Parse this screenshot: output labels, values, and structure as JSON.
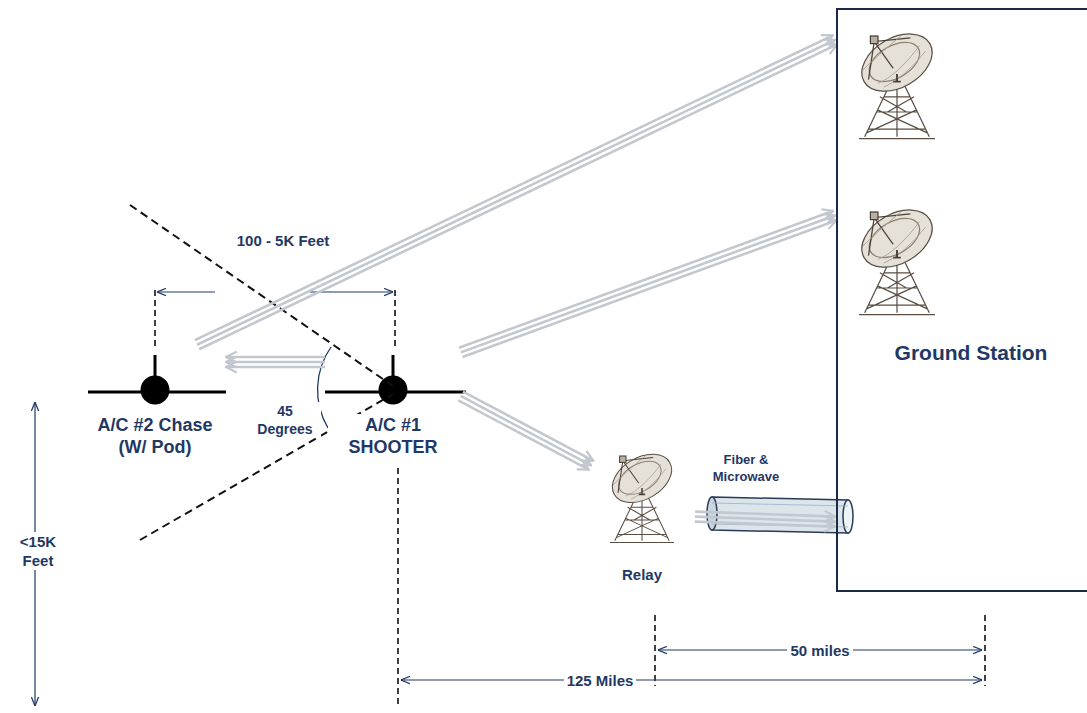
{
  "diagram": {
    "nodes": [
      {
        "text": [
          "A/C #2 Chase (W/ Pod)"
        ]
      },
      {
        "text": [
          "A/C #1 SHOOTER"
        ]
      },
      {
        "text": [
          "Relay"
        ]
      },
      {
        "text": [
          "Ground Station"
        ]
      }
    ],
    "edges": [
      {
        "from": 1,
        "to": 0,
        "arrow": "to"
      },
      {
        "from": 0,
        "to": 3,
        "arrow": "to"
      },
      {
        "from": 1,
        "to": 3,
        "arrow": "to"
      },
      {
        "from": 1,
        "to": 2,
        "arrow": "to"
      },
      {
        "from": 2,
        "to": 3,
        "label": "Fiber & Microwave",
        "arrow": "to"
      }
    ],
    "labels": [
      "100 - 5K Feet",
      "45 Degrees",
      "<15K Feet",
      "50 miles",
      "125 Miles"
    ]
  }
}
